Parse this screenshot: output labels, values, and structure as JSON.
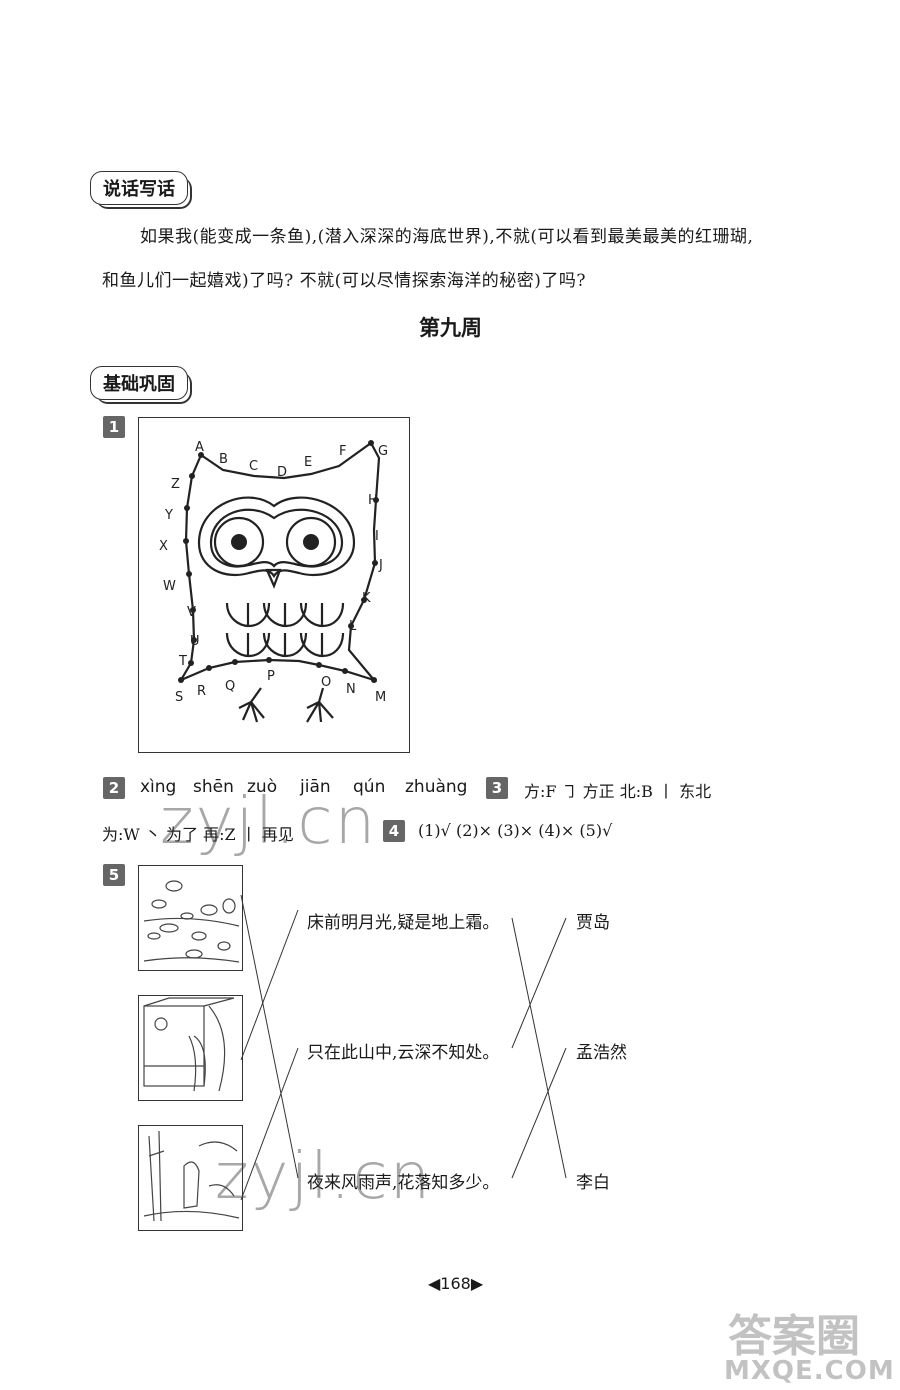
{
  "speaking_writing": {
    "tag": "说话写话",
    "line1": "如果我(能变成一条鱼),(潜入深深的海底世界),不就(可以看到最美最美的红珊瑚,",
    "line2": "和鱼儿们一起嬉戏)了吗? 不就(可以尽情探索海洋的秘密)了吗?"
  },
  "week_title": "第九周",
  "basics_tag": "基础巩固",
  "q1": {
    "number": "1",
    "owl_letters": [
      "A",
      "B",
      "C",
      "D",
      "E",
      "F",
      "G",
      "H",
      "I",
      "J",
      "K",
      "L",
      "M",
      "N",
      "O",
      "P",
      "Q",
      "R",
      "S",
      "T",
      "U",
      "V",
      "W",
      "X",
      "Y",
      "Z"
    ]
  },
  "q2": {
    "number": "2",
    "pinyin": [
      "xìng",
      "shēn",
      "zuò",
      "jiān",
      "qún",
      "zhuàng"
    ]
  },
  "q3": {
    "number": "3",
    "line1": "方:F  ㇆  方正   北:B  丨  东北",
    "line2": "为:W  丶  为了   再:Z  丨  再见"
  },
  "q4": {
    "number": "4",
    "answers": "(1)√   (2)×   (3)×   (4)×   (5)√"
  },
  "q5": {
    "number": "5",
    "poems": [
      "床前明月光,疑是地上霜。",
      "只在此山中,云深不知处。",
      "夜来风雨声,花落知多少。"
    ],
    "poets": [
      "贾岛",
      "孟浩然",
      "李白"
    ]
  },
  "watermarks": [
    "zyjl.cn",
    "zyjl.cn"
  ],
  "page_number": "◀168▶",
  "corner_mark": {
    "top": "答案圈",
    "bottom": "MXQE.COM"
  }
}
